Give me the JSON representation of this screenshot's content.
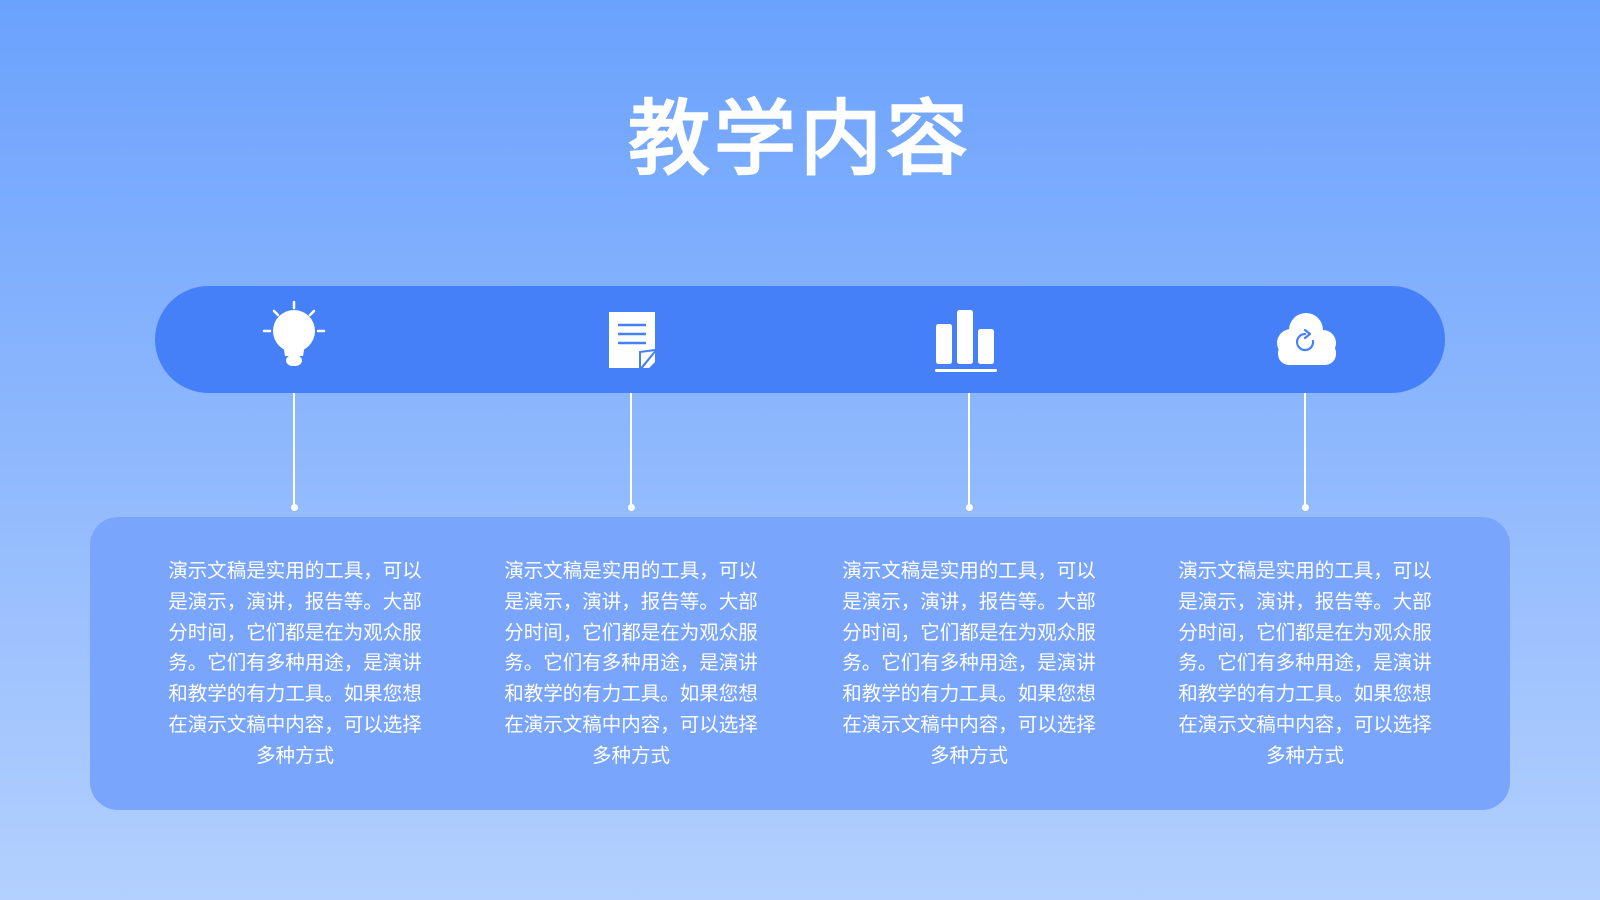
{
  "title": "教学内容",
  "colors": {
    "background_top": "#6ba2fd",
    "background_bottom": "#b3d0fe",
    "icon_bar": "#4580f9",
    "content_panel": "#7aa5fc",
    "text": "#ffffff"
  },
  "columns": [
    {
      "icon": "lightbulb-icon",
      "text": "演示文稿是实用的工具，可以是演示，演讲，报告等。大部分时间，它们都是在为观众服务。它们有多种用途，是演讲和教学的有力工具。如果您想在演示文稿中内容，可以选择多种方式"
    },
    {
      "icon": "document-icon",
      "text": "演示文稿是实用的工具，可以是演示，演讲，报告等。大部分时间，它们都是在为观众服务。它们有多种用途，是演讲和教学的有力工具。如果您想在演示文稿中内容，可以选择多种方式"
    },
    {
      "icon": "bar-chart-icon",
      "text": "演示文稿是实用的工具，可以是演示，演讲，报告等。大部分时间，它们都是在为观众服务。它们有多种用途，是演讲和教学的有力工具。如果您想在演示文稿中内容，可以选择多种方式"
    },
    {
      "icon": "cloud-sync-icon",
      "text": "演示文稿是实用的工具，可以是演示，演讲，报告等。大部分时间，它们都是在为观众服务。它们有多种用途，是演讲和教学的有力工具。如果您想在演示文稿中内容，可以选择多种方式"
    }
  ]
}
